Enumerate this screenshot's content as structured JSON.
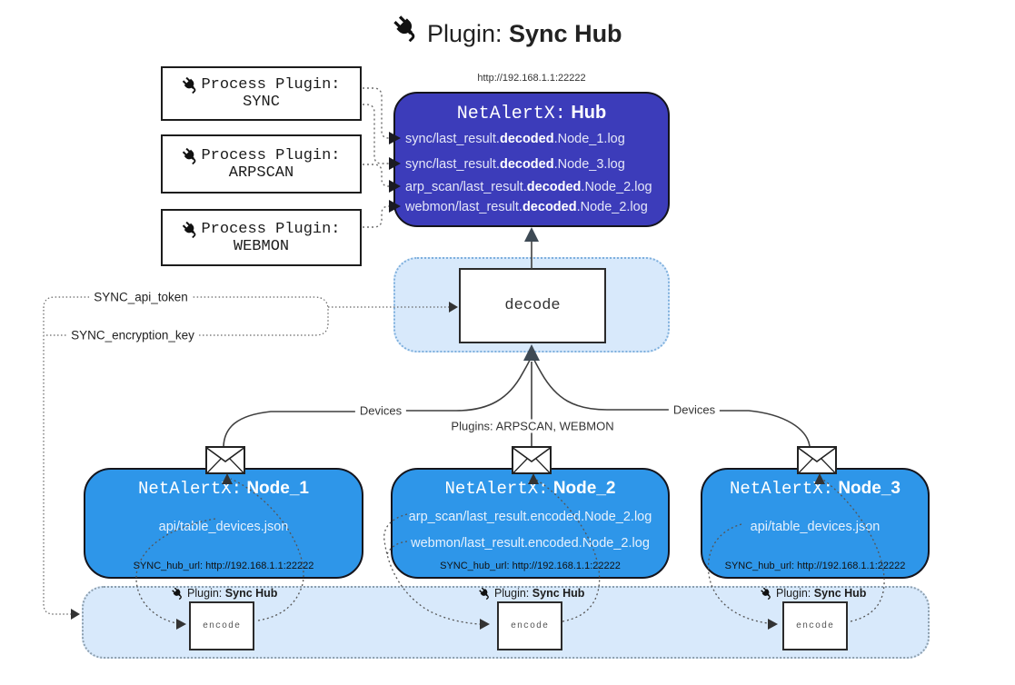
{
  "title": {
    "prefix": "Plugin:",
    "name": "Sync Hub"
  },
  "hub": {
    "url_label": "http://192.168.1.1:22222",
    "title_prefix": "NetAlertX:",
    "title_name": "Hub",
    "logs": [
      {
        "pre": "sync/last_result.",
        "bold": "decoded",
        "post": ".Node_1.log"
      },
      {
        "pre": "sync/last_result.",
        "bold": "decoded",
        "post": ".Node_3.log"
      },
      {
        "pre": "arp_scan/last_result.",
        "bold": "decoded",
        "post": ".Node_2.log"
      },
      {
        "pre": "webmon/last_result.",
        "bold": "decoded",
        "post": ".Node_2.log"
      }
    ]
  },
  "process_plugins": [
    {
      "label": "Process Plugin:",
      "name": "SYNC"
    },
    {
      "label": "Process Plugin:",
      "name": "ARPSCAN"
    },
    {
      "label": "Process Plugin:",
      "name": "WEBMON"
    }
  ],
  "decode": {
    "label": "decode"
  },
  "keys": {
    "api_token": "SYNC_api_token",
    "encryption_key": "SYNC_encryption_key"
  },
  "edges": {
    "devices_left": "Devices",
    "devices_right": "Devices",
    "plugins_center": "Plugins: ARPSCAN, WEBMON"
  },
  "nodes": [
    {
      "title_prefix": "NetAlertX:",
      "title_name": "Node_1",
      "lines": [
        "api/table_devices.json"
      ],
      "hub_url": "SYNC_hub_url: http://192.168.1.1:22222"
    },
    {
      "title_prefix": "NetAlertX:",
      "title_name": "Node_2",
      "lines": [
        "arp_scan/last_result.encoded.Node_2.log",
        "webmon/last_result.encoded.Node_2.log"
      ],
      "hub_url": "SYNC_hub_url: http://192.168.1.1:22222"
    },
    {
      "title_prefix": "NetAlertX:",
      "title_name": "Node_3",
      "lines": [
        "api/table_devices.json"
      ],
      "hub_url": "SYNC_hub_url: http://192.168.1.1:22222"
    }
  ],
  "encoders": [
    {
      "plugin_prefix": "Plugin:",
      "plugin_name": "Sync Hub",
      "label": "encode"
    },
    {
      "plugin_prefix": "Plugin:",
      "plugin_name": "Sync Hub",
      "label": "encode"
    },
    {
      "plugin_prefix": "Plugin:",
      "plugin_name": "Sync Hub",
      "label": "encode"
    }
  ],
  "colors": {
    "hub_fill": "#3c3cba",
    "node_fill": "#2e96e9",
    "panel_fill": "#d8e9fb"
  }
}
